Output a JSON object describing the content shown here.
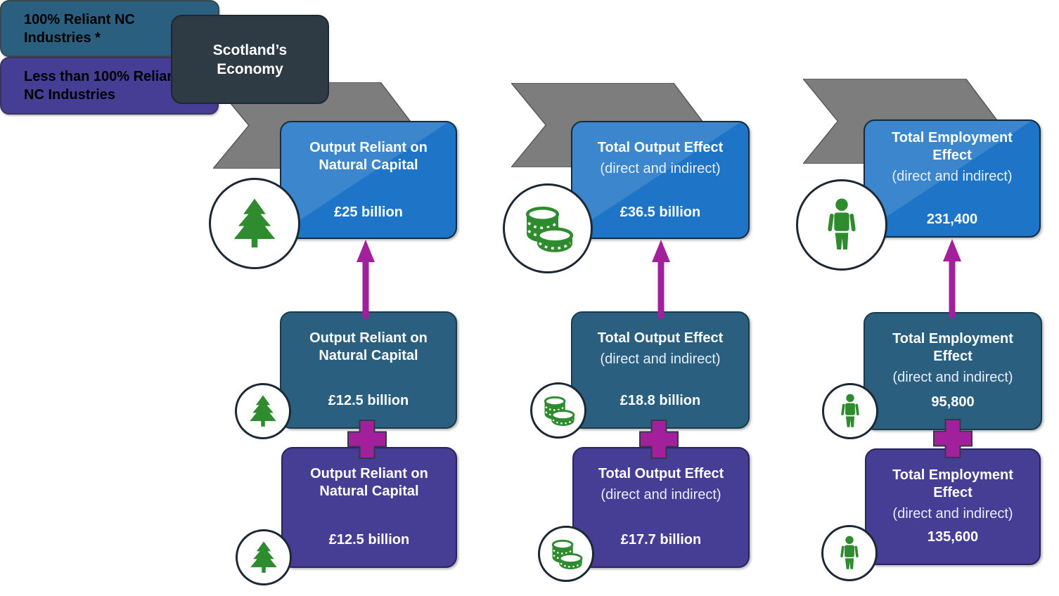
{
  "colors": {
    "blue_card": "#1E74C6",
    "teal_card": "#2A5F80",
    "purple_card": "#463D94",
    "magenta_accent": "#A2209C",
    "icon_green": "#2E8B2E",
    "banner_gray": "#7D7D7D",
    "dark_slate": "#2E3A44"
  },
  "header": {
    "economy_label": "Scotland’s Economy"
  },
  "legend": {
    "full_reliant": "100% Reliant NC Industries *",
    "partial_reliant": "Less than 100% Reliant NC Industries"
  },
  "columns": [
    {
      "name": "Output Reliant on Natural Capital",
      "icon": "tree",
      "top": {
        "title": "Output Reliant on Natural Capital",
        "subtitle": "",
        "value": "£25 billion"
      },
      "middle": {
        "title": "Output Reliant on Natural Capital",
        "subtitle": "",
        "value": "£12.5 billion"
      },
      "bottom": {
        "title": "Output Reliant on Natural Capital",
        "subtitle": "",
        "value": "£12.5 billion"
      }
    },
    {
      "name": "Total Output Effect",
      "icon": "coins",
      "top": {
        "title": "Total Output Effect",
        "subtitle": "(direct and indirect)",
        "value": "£36.5 billion"
      },
      "middle": {
        "title": "Total Output Effect",
        "subtitle": "(direct and indirect)",
        "value": "£18.8 billion"
      },
      "bottom": {
        "title": "Total Output Effect",
        "subtitle": "(direct and indirect)",
        "value": "£17.7 billion"
      }
    },
    {
      "name": "Total Employment Effect",
      "icon": "person",
      "top": {
        "title": "Total Employment Effect",
        "subtitle": "(direct and indirect)",
        "value": "231,400"
      },
      "middle": {
        "title": "Total Employment Effect",
        "subtitle": "(direct and indirect)",
        "value": "95,800"
      },
      "bottom": {
        "title": "Total Employment Effect",
        "subtitle": "(direct and indirect)",
        "value": "135,600"
      }
    }
  ]
}
